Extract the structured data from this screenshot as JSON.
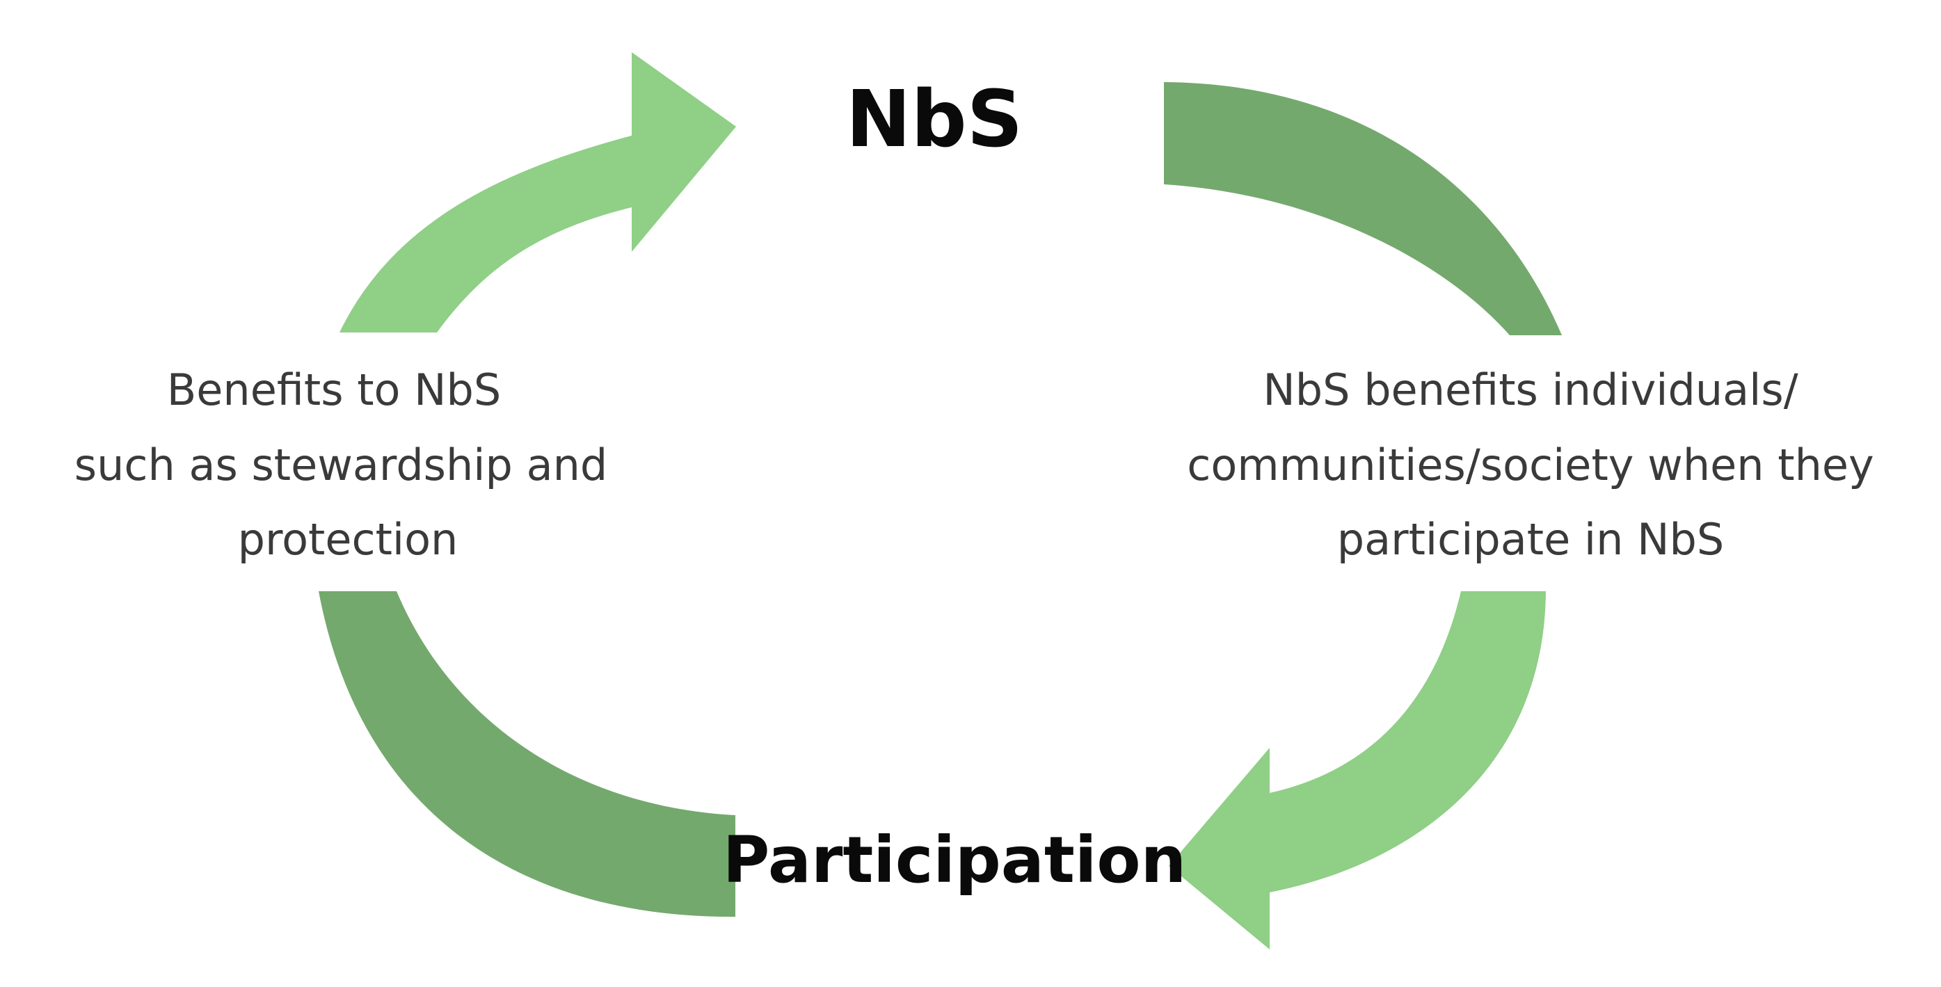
{
  "nodes": {
    "top": "NbS",
    "bottom": "Participation"
  },
  "left_text": [
    "Benefits to NbS",
    "such as stewardship and",
    "protection"
  ],
  "right_text": [
    "NbS benefits individuals/",
    "communities/society when they",
    "participate in NbS"
  ],
  "colors": {
    "light_green": "#8fcf86",
    "dark_green": "#74a96d",
    "title_text": "#0a0a0a",
    "body_text": "#3a3a3a"
  }
}
